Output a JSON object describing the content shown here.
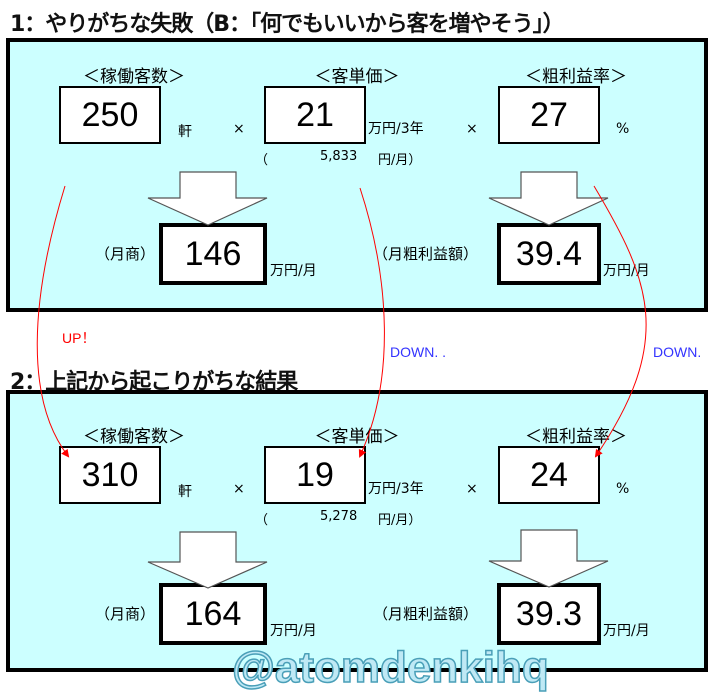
{
  "section1": {
    "title": "1：やりがちな失敗（B：「何でもいいから客を増やそう」）",
    "labels": {
      "customers": "＜稼働客数＞",
      "unit_price": "＜客単価＞",
      "margin_rate": "＜粗利益率＞"
    },
    "customers": "250",
    "customers_unit": "軒",
    "times1": "×",
    "unit_price": "21",
    "unit_price_unit": "万円/3年",
    "times2": "×",
    "margin_rate": "27",
    "margin_unit": "%",
    "monthly_open": "（",
    "monthly_value": "5,833",
    "monthly_close": "円/月）",
    "sales_label": "（月商）",
    "sales": "146",
    "sales_unit": "万円/月",
    "profit_label": "（月粗利益額）",
    "profit": "39.4",
    "profit_unit": "万円/月"
  },
  "annotations": {
    "up": "UP！",
    "down1": "DOWN. .",
    "down2": "DOWN."
  },
  "section2": {
    "title": "2：上記から起こりがちな結果",
    "labels": {
      "customers": "＜稼働客数＞",
      "unit_price": "＜客単価＞",
      "margin_rate": "＜粗利益率＞"
    },
    "customers": "310",
    "customers_unit": "軒",
    "times1": "×",
    "unit_price": "19",
    "unit_price_unit": "万円/3年",
    "times2": "×",
    "margin_rate": "24",
    "margin_unit": "%",
    "monthly_open": "（",
    "monthly_value": "5,278",
    "monthly_close": "円/月）",
    "sales_label": "（月商）",
    "sales": "164",
    "sales_unit": "万円/月",
    "profit_label": "（月粗利益額）",
    "profit": "39.3",
    "profit_unit": "万円/月"
  },
  "watermark": "@atomdenkihq",
  "colors": {
    "panel": "#ccffff",
    "up": "#ff0000",
    "down": "#3333ff",
    "arrow": "#ff0000"
  }
}
